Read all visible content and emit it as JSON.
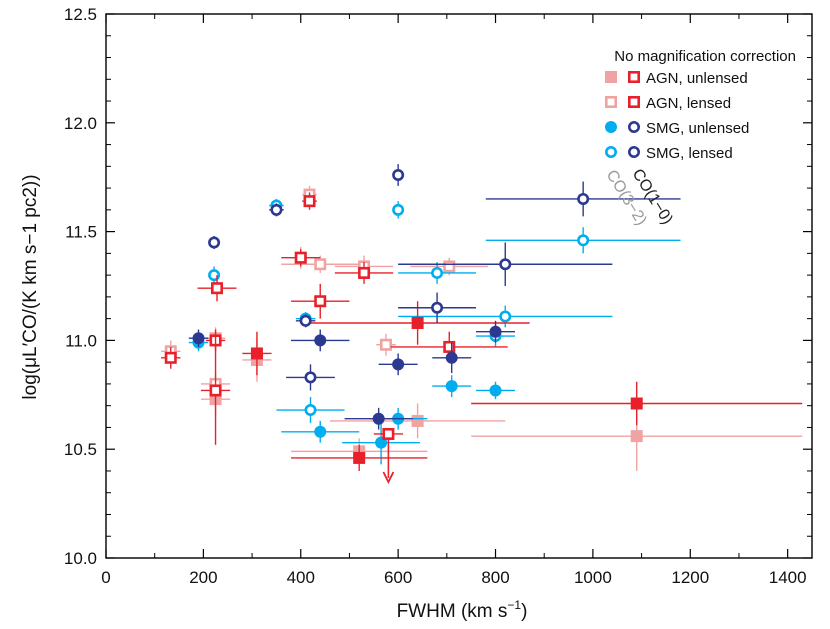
{
  "chart_data": {
    "type": "scatter",
    "xlabel": "FWHM (km s",
    "xlabel_sup": "−1",
    "xlabel_tail": ")",
    "ylabel": "log(μL′CO/(K km s−1 pc2))",
    "xlim": [
      0,
      1450
    ],
    "ylim": [
      10.0,
      12.5
    ],
    "xticks": [
      "0",
      "200",
      "400",
      "600",
      "800",
      "1000",
      "1200",
      "1400"
    ],
    "yticks": [
      "10.0",
      "10.5",
      "11.0",
      "11.5",
      "12.0",
      "12.5"
    ],
    "legend": {
      "title": "No magnification correction",
      "placement": "top-right",
      "entries": [
        "AGN, unlensed",
        "AGN, lensed",
        "SMG, unlensed",
        "SMG, lensed"
      ]
    },
    "annotations": {
      "co10": "CO(1−0)",
      "co32": "CO(3−2)"
    },
    "colors": {
      "agn_co10": "#e8202a",
      "agn_co32": "#f0a3a3",
      "smg_co10": "#2b3990",
      "smg_co32": "#00aeef"
    },
    "series": [
      {
        "key": "agn_unlensed_co10",
        "group": "agn_co10",
        "filled": true,
        "points": [
          {
            "x": 310,
            "y": 10.94,
            "xerr": 30,
            "yerr": 0.1
          },
          {
            "x": 520,
            "y": 10.46,
            "xerr": 140,
            "yerr": 0.06
          },
          {
            "x": 640,
            "y": 11.08,
            "xerr": 230,
            "yerr": 0.1
          },
          {
            "x": 1090,
            "y": 10.71,
            "xerr": 340,
            "yerr": 0.1
          }
        ]
      },
      {
        "key": "agn_unlensed_co32",
        "group": "agn_co32",
        "filled": true,
        "points": [
          {
            "x": 310,
            "y": 10.91,
            "xerr": 30,
            "yerr": 0.1
          },
          {
            "x": 225,
            "y": 10.73,
            "xerr": 30,
            "yerr": 0.08
          },
          {
            "x": 520,
            "y": 10.49,
            "xerr": 140,
            "yerr": 0.06
          },
          {
            "x": 640,
            "y": 10.63,
            "xerr": 180,
            "yerr": 0.08
          },
          {
            "x": 1090,
            "y": 10.56,
            "xerr": 340,
            "yerr": 0.16
          }
        ]
      },
      {
        "key": "agn_lensed_co10",
        "group": "agn_co10",
        "filled": false,
        "points": [
          {
            "x": 133,
            "y": 10.92,
            "xerr": 20,
            "yerr": 0.05
          },
          {
            "x": 225,
            "y": 11.0,
            "xerr": 20,
            "yerr": 0.05
          },
          {
            "x": 228,
            "y": 11.24,
            "xerr": 40,
            "yerr": 0.06
          },
          {
            "x": 225,
            "y": 10.77,
            "xerr": 30,
            "yerr": 0.25
          },
          {
            "x": 400,
            "y": 11.38,
            "xerr": 40,
            "yerr": 0.04
          },
          {
            "x": 418,
            "y": 11.64,
            "xerr": 15,
            "yerr": 0.04
          },
          {
            "x": 440,
            "y": 11.18,
            "xerr": 60,
            "yerr": 0.08
          },
          {
            "x": 530,
            "y": 11.31,
            "xerr": 60,
            "yerr": 0.05
          },
          {
            "x": 580,
            "y": 10.57,
            "xerr": 30,
            "yerr": 0,
            "upper_limit": true
          },
          {
            "x": 705,
            "y": 10.97,
            "xerr": 120,
            "yerr": 0.07
          }
        ]
      },
      {
        "key": "agn_lensed_co32",
        "group": "agn_co32",
        "filled": false,
        "points": [
          {
            "x": 133,
            "y": 10.95,
            "xerr": 20,
            "yerr": 0.05
          },
          {
            "x": 225,
            "y": 11.01,
            "xerr": 20,
            "yerr": 0.05
          },
          {
            "x": 225,
            "y": 10.8,
            "xerr": 30,
            "yerr": 0.05
          },
          {
            "x": 400,
            "y": 11.38,
            "xerr": 30,
            "yerr": 0.05
          },
          {
            "x": 418,
            "y": 11.67,
            "xerr": 15,
            "yerr": 0.04
          },
          {
            "x": 440,
            "y": 11.35,
            "xerr": 80,
            "yerr": 0.04
          },
          {
            "x": 530,
            "y": 11.34,
            "xerr": 60,
            "yerr": 0.05
          },
          {
            "x": 575,
            "y": 10.98,
            "xerr": 20,
            "yerr": 0.05
          },
          {
            "x": 705,
            "y": 11.34,
            "xerr": 80,
            "yerr": 0.04
          }
        ]
      },
      {
        "key": "smg_unlensed_co10",
        "group": "smg_co10",
        "filled": true,
        "points": [
          {
            "x": 190,
            "y": 11.01,
            "xerr": 20,
            "yerr": 0.04
          },
          {
            "x": 440,
            "y": 11.0,
            "xerr": 60,
            "yerr": 0.05
          },
          {
            "x": 600,
            "y": 10.89,
            "xerr": 40,
            "yerr": 0.05
          },
          {
            "x": 710,
            "y": 10.92,
            "xerr": 40,
            "yerr": 0.07
          },
          {
            "x": 800,
            "y": 11.04,
            "xerr": 40,
            "yerr": 0.05
          },
          {
            "x": 560,
            "y": 10.64,
            "xerr": 70,
            "yerr": 0.05
          }
        ]
      },
      {
        "key": "smg_unlensed_co32",
        "group": "smg_co32",
        "filled": true,
        "points": [
          {
            "x": 190,
            "y": 10.99,
            "xerr": 20,
            "yerr": 0.04
          },
          {
            "x": 440,
            "y": 10.58,
            "xerr": 80,
            "yerr": 0.05
          },
          {
            "x": 565,
            "y": 10.53,
            "xerr": 80,
            "yerr": 0.1
          },
          {
            "x": 600,
            "y": 10.64,
            "xerr": 60,
            "yerr": 0.05
          },
          {
            "x": 710,
            "y": 10.79,
            "xerr": 40,
            "yerr": 0.05
          },
          {
            "x": 800,
            "y": 10.77,
            "xerr": 40,
            "yerr": 0.04
          }
        ]
      },
      {
        "key": "smg_lensed_co10",
        "group": "smg_co10",
        "filled": false,
        "points": [
          {
            "x": 222,
            "y": 11.45,
            "xerr": 10,
            "yerr": 0.03
          },
          {
            "x": 350,
            "y": 11.6,
            "xerr": 15,
            "yerr": 0.03
          },
          {
            "x": 410,
            "y": 11.09,
            "xerr": 20,
            "yerr": 0.03
          },
          {
            "x": 420,
            "y": 10.83,
            "xerr": 50,
            "yerr": 0.06
          },
          {
            "x": 600,
            "y": 11.76,
            "xerr": 10,
            "yerr": 0.05
          },
          {
            "x": 680,
            "y": 11.15,
            "xerr": 80,
            "yerr": 0.07
          },
          {
            "x": 820,
            "y": 11.35,
            "xerr": 220,
            "yerr": 0.1
          },
          {
            "x": 980,
            "y": 11.65,
            "xerr": 200,
            "yerr": 0.08
          }
        ]
      },
      {
        "key": "smg_lensed_co32",
        "group": "smg_co32",
        "filled": false,
        "points": [
          {
            "x": 222,
            "y": 11.3,
            "xerr": 10,
            "yerr": 0.04
          },
          {
            "x": 350,
            "y": 11.62,
            "xerr": 15,
            "yerr": 0.03
          },
          {
            "x": 410,
            "y": 11.1,
            "xerr": 20,
            "yerr": 0.03
          },
          {
            "x": 420,
            "y": 10.68,
            "xerr": 70,
            "yerr": 0.06
          },
          {
            "x": 600,
            "y": 11.6,
            "xerr": 10,
            "yerr": 0.04
          },
          {
            "x": 680,
            "y": 11.31,
            "xerr": 80,
            "yerr": 0.05
          },
          {
            "x": 820,
            "y": 11.11,
            "xerr": 220,
            "yerr": 0.05
          },
          {
            "x": 980,
            "y": 11.46,
            "xerr": 200,
            "yerr": 0.06
          },
          {
            "x": 800,
            "y": 11.02,
            "xerr": 40,
            "yerr": 0.05
          }
        ]
      }
    ]
  }
}
